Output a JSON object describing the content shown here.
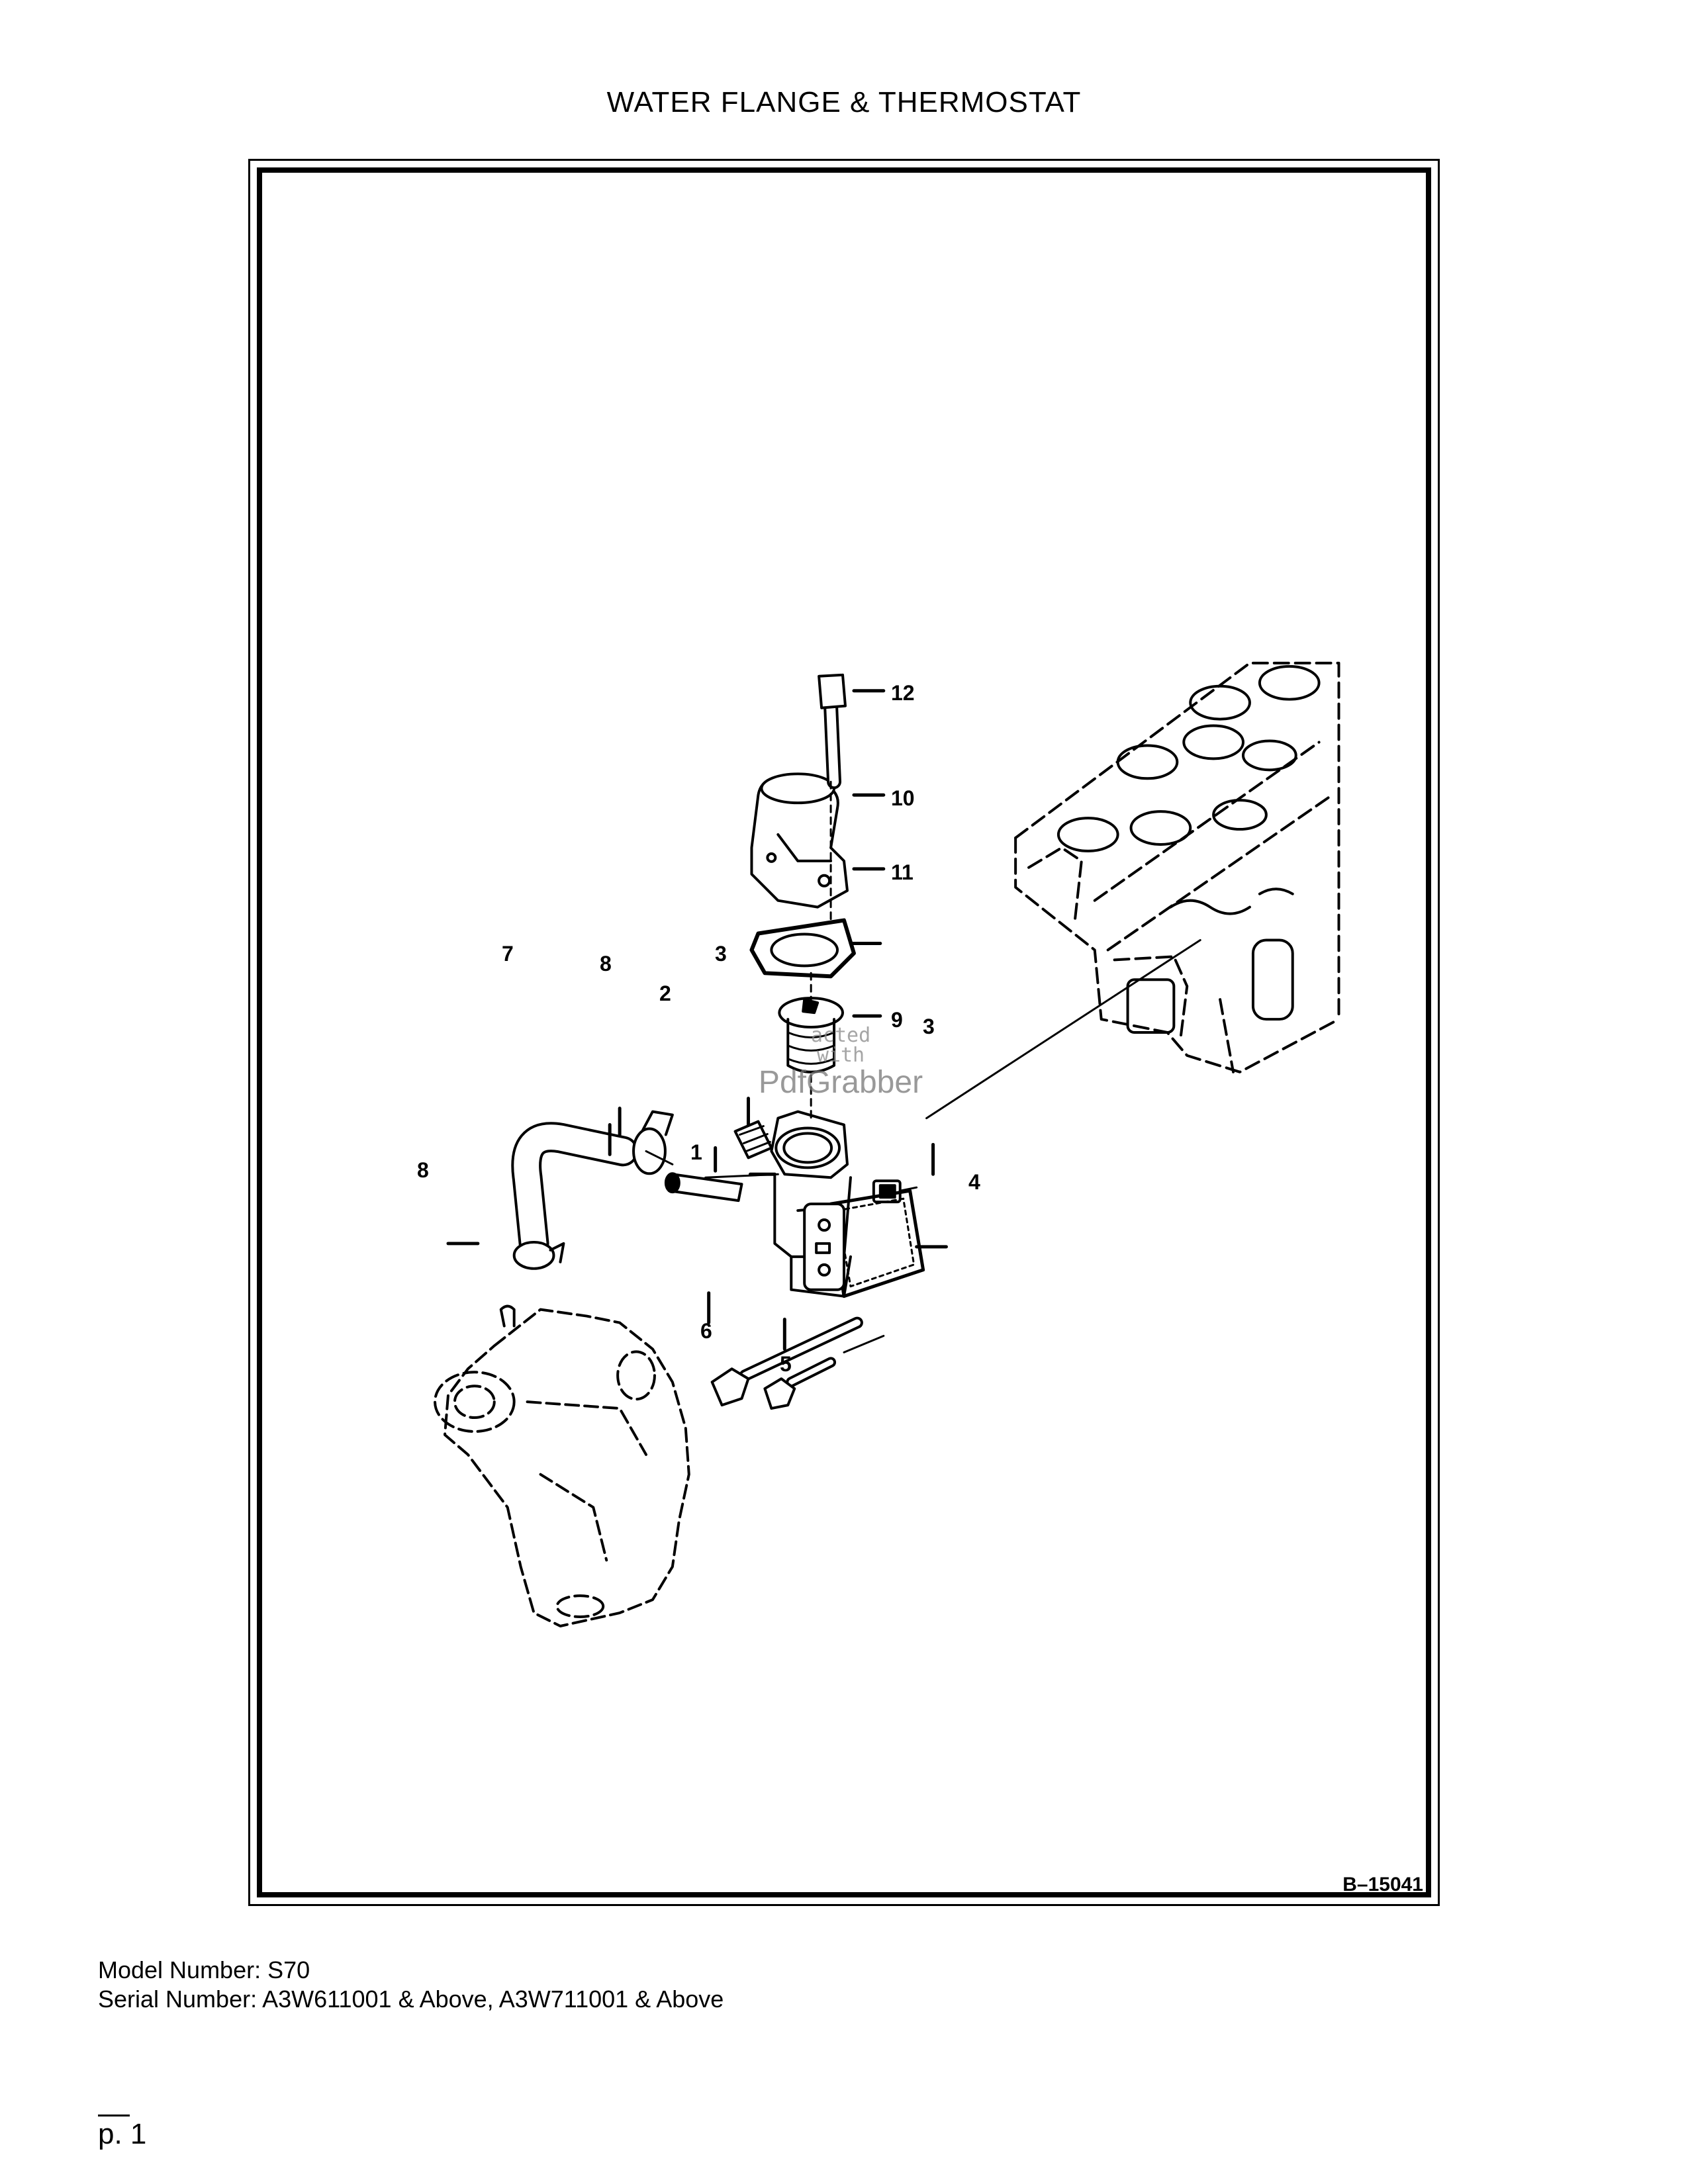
{
  "title": "WATER FLANGE & THERMOSTAT",
  "figure_id": "B–15041",
  "callouts": {
    "c1": "1",
    "c2": "2",
    "c3a": "3",
    "c3b": "3",
    "c4": "4",
    "c5": "5",
    "c6": "6",
    "c7": "7",
    "c8a": "8",
    "c8b": "8",
    "c9": "9",
    "c10": "10",
    "c11": "11",
    "c12": "12"
  },
  "watermark": {
    "line1": "acted",
    "line2": "with",
    "brand": "PdfGrabber"
  },
  "model_line": "Model Number: S70",
  "serial_line": "Serial Number: A3W611001 & Above, A3W711001 & Above",
  "page_label": "p. 1"
}
